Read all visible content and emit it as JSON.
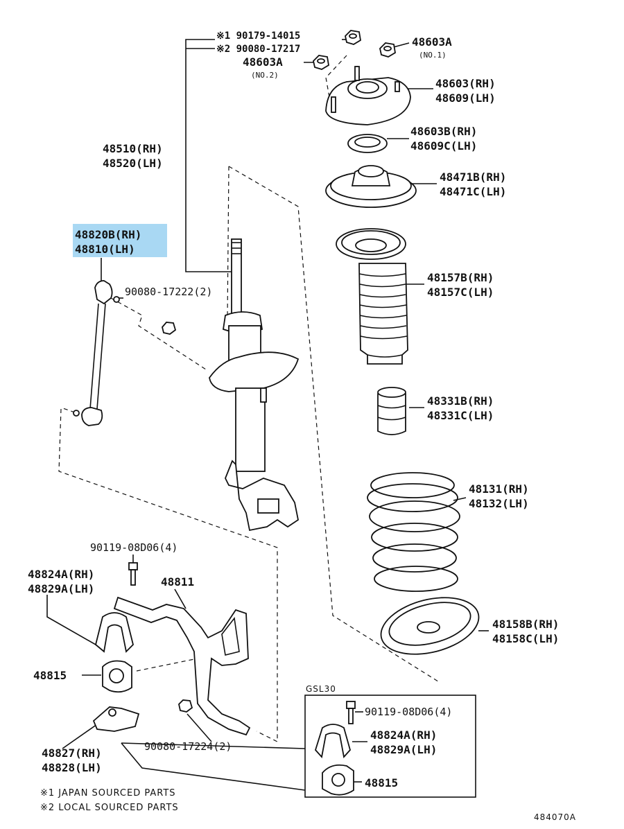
{
  "labels": {
    "top_left_1": "※1 90179-14015",
    "top_left_2": "※2 90080-17217",
    "nut_no2": "48603A",
    "nut_no2_sub": "(NO.2)",
    "nut_no1": "48603A",
    "nut_no1_sub": "(NO.1)",
    "support_rh": "48603(RH)",
    "support_lh": "48609(LH)",
    "bearing_rh": "48603B(RH)",
    "bearing_lh": "48609C(LH)",
    "seat_rh": "48471B(RH)",
    "seat_lh": "48471C(LH)",
    "strut_rh": "48510(RH)",
    "strut_lh": "48520(LH)",
    "link_rh": "48820B(RH)",
    "link_lh": "48810(LH)",
    "link_nut": "90080-17222(2)",
    "boot_rh": "48157B(RH)",
    "boot_lh": "48157C(LH)",
    "bumper_rh": "48331B(RH)",
    "bumper_lh": "48331C(LH)",
    "spring_rh": "48131(RH)",
    "spring_lh": "48132(LH)",
    "bolt_top": "90119-08D06(4)",
    "bracket_rh": "48824A(RH)",
    "bracket_lh": "48829A(LH)",
    "stabilizer": "48811",
    "lower_seat_rh": "48158B(RH)",
    "lower_seat_lh": "48158C(LH)",
    "bushing": "48815",
    "gsl30": "GSL30",
    "inset_bolt": "90119-08D06(4)",
    "inset_bracket_rh": "48824A(RH)",
    "inset_bracket_lh": "48829A(LH)",
    "inset_bushing": "48815",
    "lower_nut": "90080-17224(2)",
    "retainer_rh": "48827(RH)",
    "retainer_lh": "48828(LH)",
    "note_1": "※1 JAPAN SOURCED PARTS",
    "note_2": "※2 LOCAL SOURCED PARTS",
    "diagram_id": "484070A"
  },
  "colors": {
    "highlight": "#a9d8f3",
    "ink": "#111111"
  }
}
